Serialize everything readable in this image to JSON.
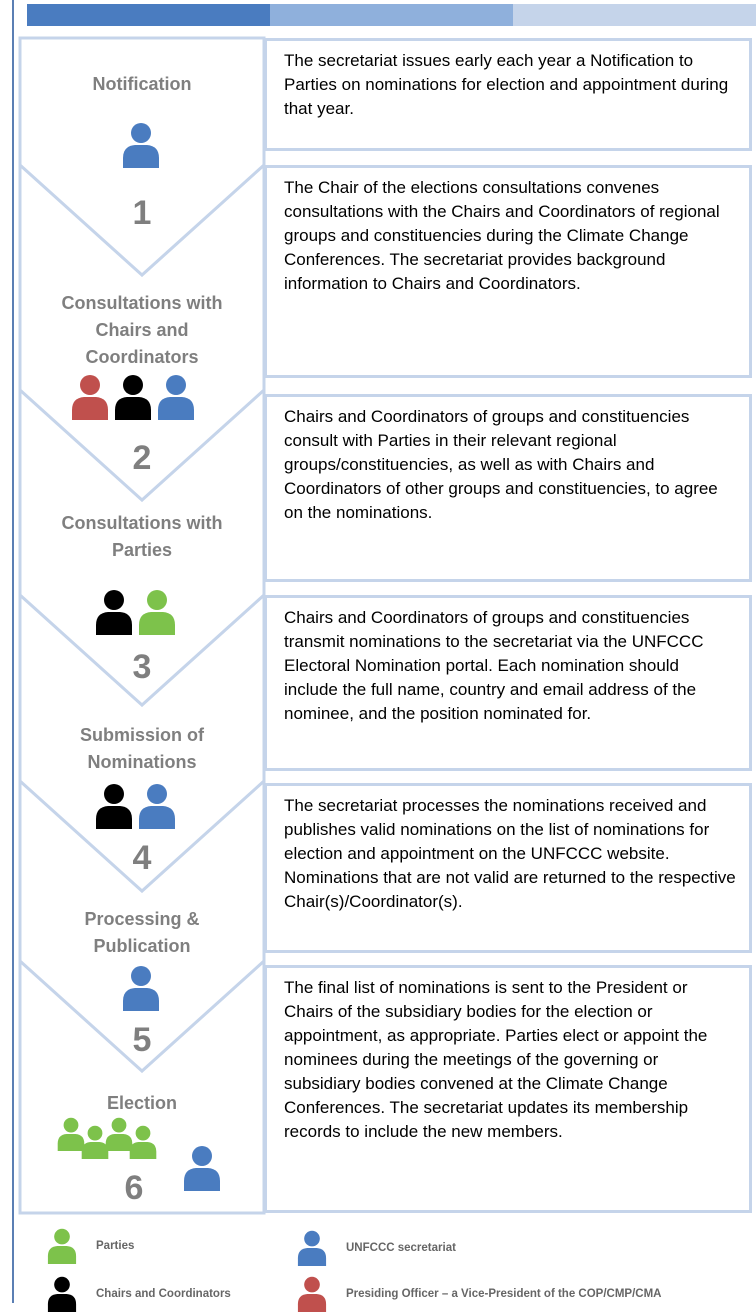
{
  "colors": {
    "bar1": "#4a7cc0",
    "bar2": "#8fb0dc",
    "bar3": "#c5d4ea",
    "chevron_border": "#c5d4ea",
    "chevron_fill": "#ffffff",
    "stage_text": "#7f7f7f",
    "unfccc_secretariat": "#4a7cc0",
    "chairs_and_coordinators": "#000000",
    "parties": "#7dc24b",
    "presiding_officer": "#c0504d"
  },
  "stages": [
    {
      "title": "Notification",
      "number": "1",
      "icons": [
        "unfccc_secretariat"
      ],
      "description": [
        "The secretariat issues early each year a Notification to Parties on nominations for election and appointment during that year."
      ]
    },
    {
      "title": "Consultations with Chairs and Coordinators",
      "number": "2",
      "icons": [
        "presiding_officer",
        "chairs_and_coordinators",
        "unfccc_secretariat"
      ],
      "description": [
        "The Chair of the elections consultations convenes consultations with the Chairs and Coordinators of regional groups and constituencies during the Climate Change Conferences. The secretariat provides background information to Chairs and Coordinators."
      ]
    },
    {
      "title": "Consultations with Parties",
      "number": "3",
      "icons": [
        "chairs_and_coordinators",
        "parties"
      ],
      "description": [
        "Chairs and Coordinators of groups and constituencies consult with Parties in their relevant regional groups/constituencies, as well as with Chairs and Coordinators of other groups and constituencies, to agree on the nominations."
      ]
    },
    {
      "title": "Submission of Nominations",
      "number": "4",
      "icons": [
        "chairs_and_coordinators",
        "unfccc_secretariat"
      ],
      "description": [
        "Chairs and Coordinators of groups and constituencies transmit nominations to the secretariat via the UNFCCC Electoral Nomination portal. Each nomination should include the full name, country and email address of the nominee, and the position nominated for."
      ]
    },
    {
      "title": "Processing & Publication",
      "number": "5",
      "icons": [
        "unfccc_secretariat"
      ],
      "description": [
        "The secretariat processes the nominations received and publishes valid nominations on the list of nominations for election and appointment on the UNFCCC website.",
        "Nominations that are not valid are returned to the respective Chair(s)/Coordinator(s)."
      ]
    },
    {
      "title": "Election",
      "number": "6",
      "icons": [
        "parties",
        "parties",
        "parties",
        "parties",
        "unfccc_secretariat"
      ],
      "description": [
        "The final list of nominations is sent to the President or Chairs of the subsidiary bodies for the election or appointment, as appropriate. Parties elect or appoint the nominees during the meetings of the governing or subsidiary bodies convened at the Climate Change Conferences. The secretariat updates its membership records to include the new members."
      ]
    }
  ],
  "legend": [
    {
      "role": "parties",
      "label": "Parties"
    },
    {
      "role": "unfccc_secretariat",
      "label": "UNFCCC secretariat"
    },
    {
      "role": "chairs_and_coordinators",
      "label": "Chairs and Coordinators"
    },
    {
      "role": "presiding_officer",
      "label": "Presiding Officer – a Vice-President of the COP/CMP/CMA"
    }
  ]
}
